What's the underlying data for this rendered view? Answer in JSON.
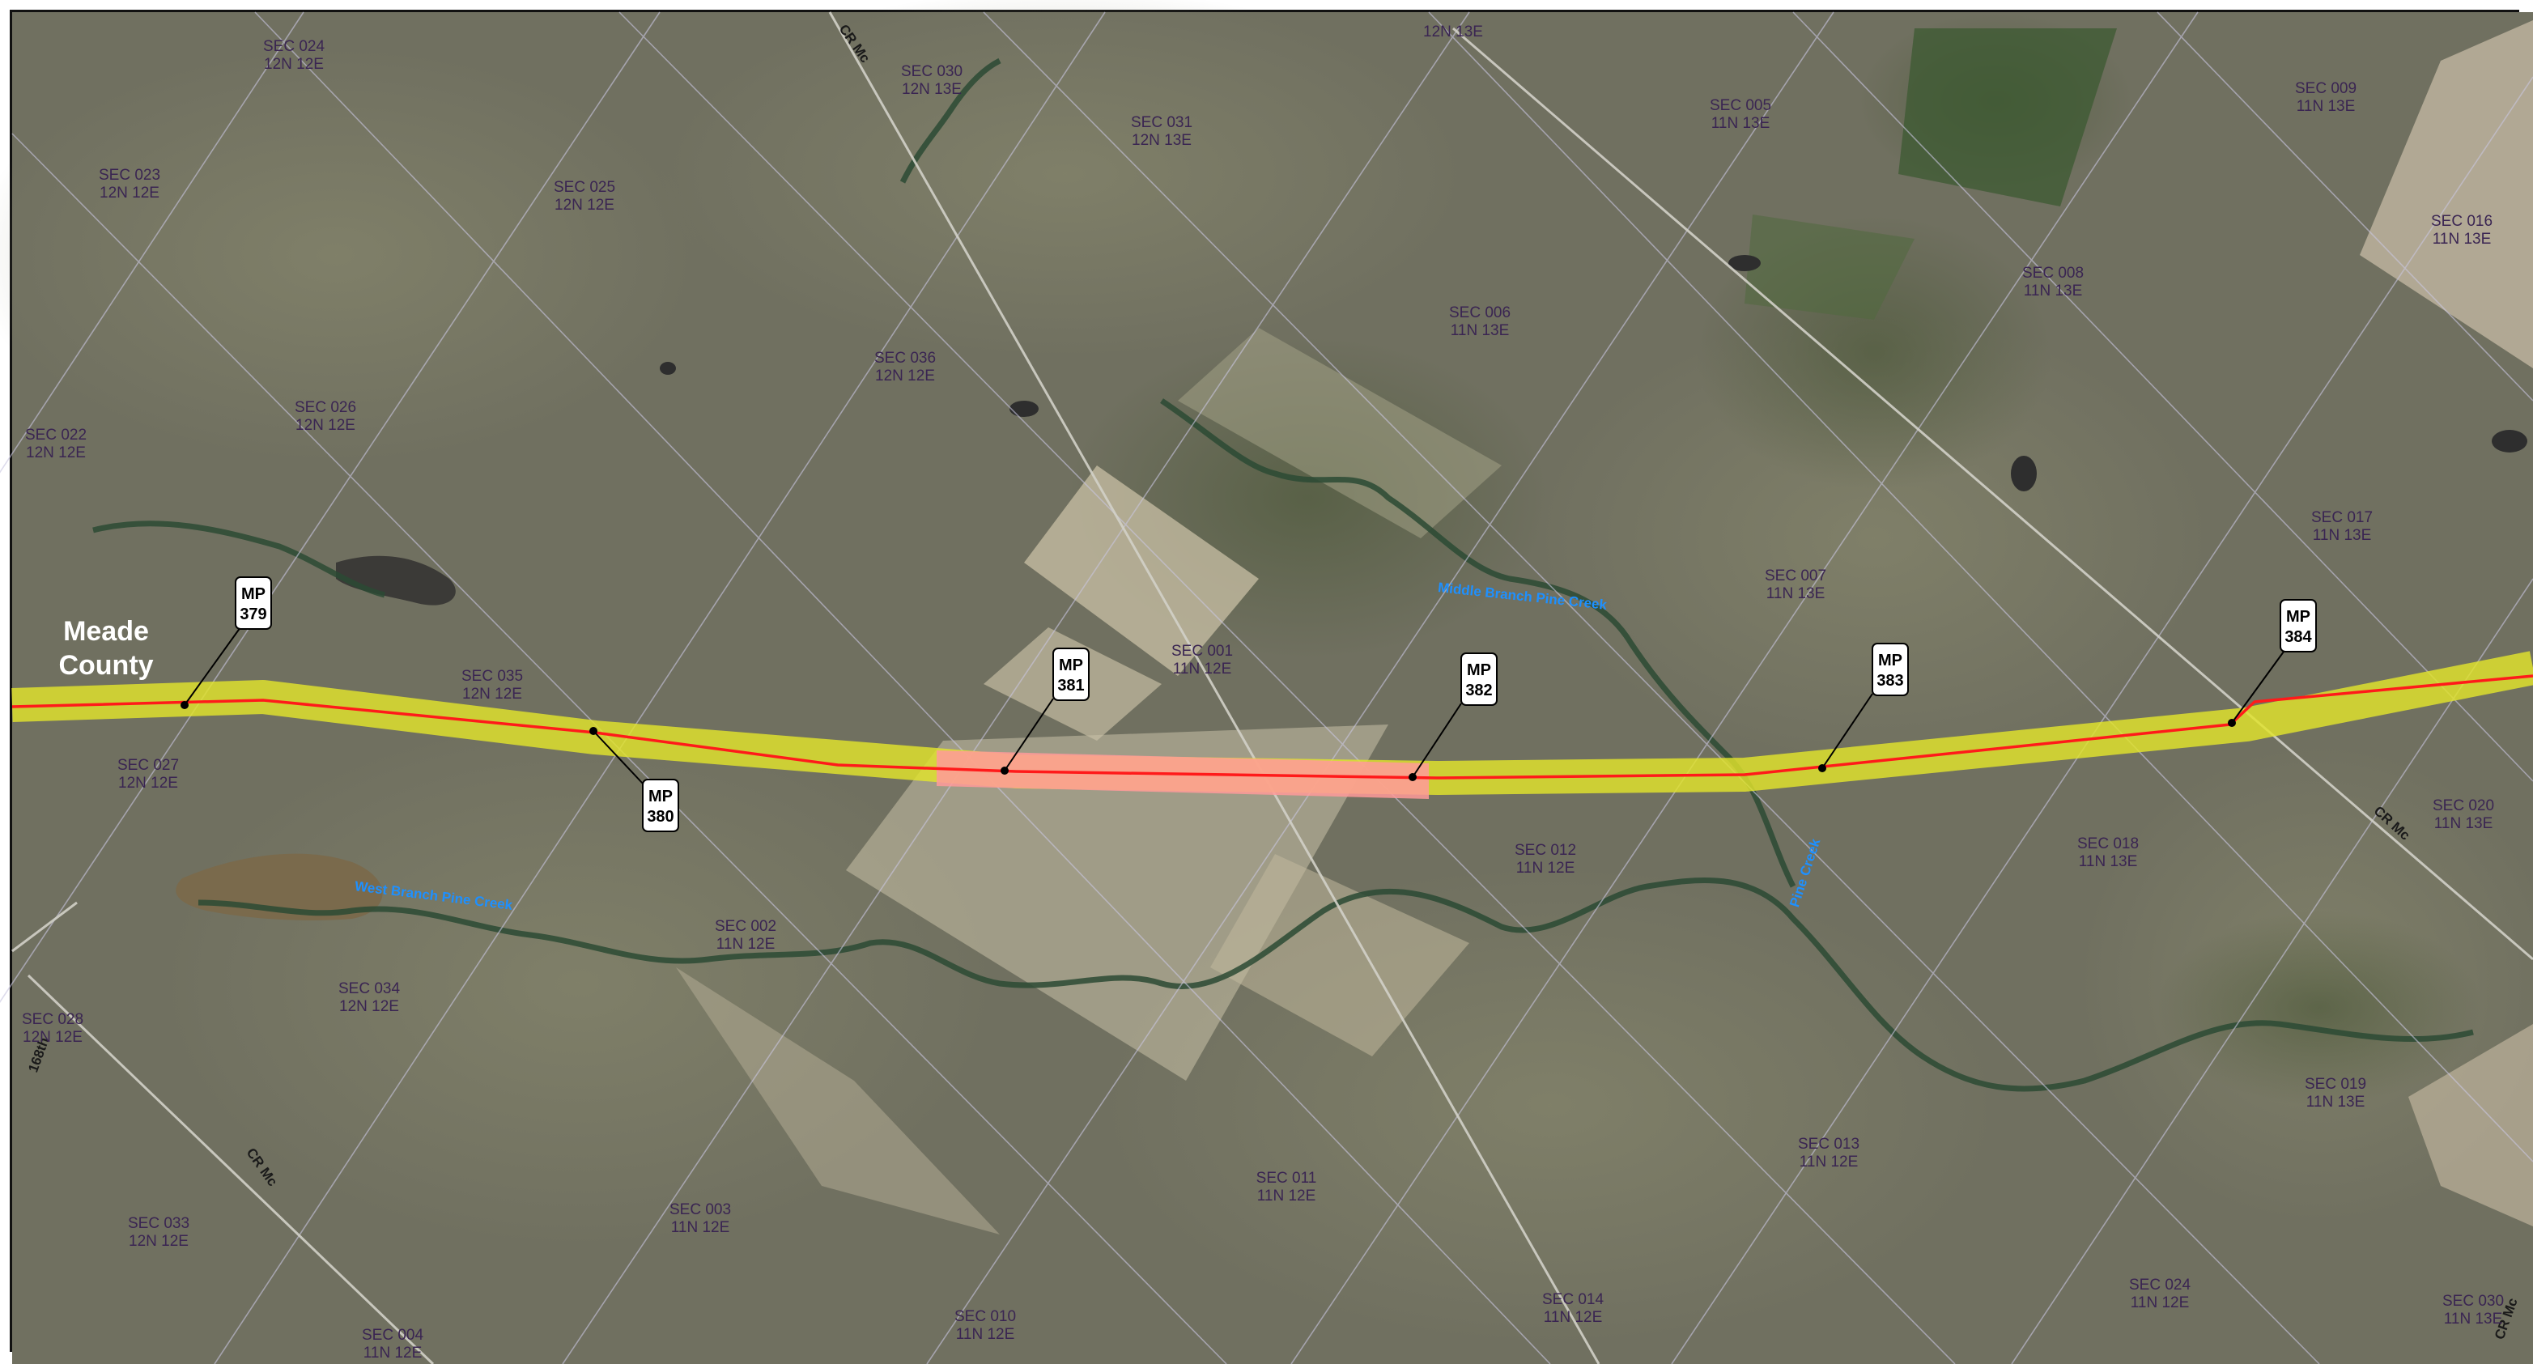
{
  "map": {
    "county_label_line1": "Meade",
    "county_label_line2": "County",
    "mileposts": [
      {
        "id": "379",
        "prefix": "MP",
        "number": "379"
      },
      {
        "id": "380",
        "prefix": "MP",
        "number": "380"
      },
      {
        "id": "381",
        "prefix": "MP",
        "number": "381"
      },
      {
        "id": "382",
        "prefix": "MP",
        "number": "382"
      },
      {
        "id": "383",
        "prefix": "MP",
        "number": "383"
      },
      {
        "id": "384",
        "prefix": "MP",
        "number": "384"
      }
    ],
    "waterways": [
      "Middle Branch Pine Creek",
      "West Branch Pine Creek",
      "Pine Creek"
    ],
    "roads": [
      "CR Mc",
      "CR Mc",
      "CR Mc",
      "CR Mc",
      "168th"
    ],
    "sections": [
      {
        "sec": "SEC 024",
        "twp": "12N 12E"
      },
      {
        "sec": "SEC 023",
        "twp": "12N 12E"
      },
      {
        "sec": "SEC 025",
        "twp": "12N 12E"
      },
      {
        "sec": "SEC 030",
        "twp": "12N 13E"
      },
      {
        "sec": "SEC 031",
        "twp": "12N 13E"
      },
      {
        "sec": "SEC 005",
        "twp": "11N 13E"
      },
      {
        "sec": "SEC 009",
        "twp": "11N 13E"
      },
      {
        "sec": "SEC 016",
        "twp": "11N 13E"
      },
      {
        "sec": "SEC 008",
        "twp": "11N 13E"
      },
      {
        "sec": "SEC 006",
        "twp": "11N 13E"
      },
      {
        "sec": "SEC 036",
        "twp": "12N 12E"
      },
      {
        "sec": "SEC 026",
        "twp": "12N 12E"
      },
      {
        "sec": "SEC 022",
        "twp": "12N 12E"
      },
      {
        "sec": "SEC 017",
        "twp": "11N 13E"
      },
      {
        "sec": "SEC 007",
        "twp": "11N 13E"
      },
      {
        "sec": "SEC 035",
        "twp": "12N 12E"
      },
      {
        "sec": "SEC 001",
        "twp": "11N 12E"
      },
      {
        "sec": "SEC 027",
        "twp": "12N 12E"
      },
      {
        "sec": "SEC 012",
        "twp": "11N 12E"
      },
      {
        "sec": "SEC 018",
        "twp": "11N 13E"
      },
      {
        "sec": "SEC 020",
        "twp": "11N 13E"
      },
      {
        "sec": "SEC 002",
        "twp": "11N 12E"
      },
      {
        "sec": "SEC 034",
        "twp": "12N 12E"
      },
      {
        "sec": "SEC 028",
        "twp": "12N 12E"
      },
      {
        "sec": "SEC 019",
        "twp": "11N 13E"
      },
      {
        "sec": "SEC 013",
        "twp": "11N 12E"
      },
      {
        "sec": "SEC 011",
        "twp": "11N 12E"
      },
      {
        "sec": "SEC 003",
        "twp": "11N 12E"
      },
      {
        "sec": "SEC 033",
        "twp": "12N 12E"
      },
      {
        "sec": "SEC 010",
        "twp": "11N 12E"
      },
      {
        "sec": "SEC 014",
        "twp": "11N 12E"
      },
      {
        "sec": "SEC 024",
        "twp": "11N 12E"
      },
      {
        "sec": "SEC 030",
        "twp": "11N 13E"
      },
      {
        "sec": "SEC 004",
        "twp": "11N 12E"
      },
      {
        "sec": "",
        "twp": "12N 13E"
      }
    ],
    "colors": {
      "pipeline": "#ff1a1a",
      "corridor": "#e8ea2a",
      "highlight_corridor": "#ff8080",
      "section_text": "#3a2552",
      "water_label": "#1e90ff"
    }
  }
}
